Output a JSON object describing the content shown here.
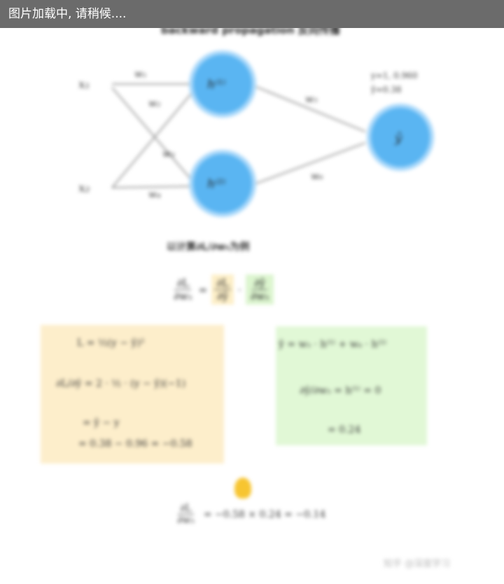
{
  "loading_text": "图片加载中, 请稍候....",
  "diagram": {
    "title": "backward propagation 反向传播",
    "inputs": [
      "x₁",
      "x₂"
    ],
    "hidden": [
      "h⁽¹⁾",
      "h⁽²⁾"
    ],
    "output": "ŷ",
    "output_note": [
      "y=1, 0.960",
      "ŷ=0.38"
    ],
    "weights": [
      "w₁",
      "w₂",
      "w₃",
      "w₄",
      "w₅",
      "w₆"
    ]
  },
  "caption": "以计算∂L/∂w₅为例",
  "chain_rule": {
    "lhs_num": "∂L",
    "lhs_den": "∂w₅",
    "eq": "=",
    "t1_num": "∂L",
    "t1_den": "∂ŷ",
    "dot": "·",
    "t2_num": "∂ŷ",
    "t2_den": "∂w₅"
  },
  "yellow_box": [
    "L = ½(y − ŷ)²",
    "∂L/∂ŷ = 2 · ½ · (y − ŷ)(−1)",
    "= ŷ − y",
    "= 0.38 − 0.96 = −0.58"
  ],
  "green_box": [
    "ŷ = w₅ · h⁽¹⁾ + w₆ · h⁽²⁾",
    "∂ŷ/∂w₅ = h⁽¹⁾ = 0",
    "= 0.24"
  ],
  "result": {
    "num": "∂L",
    "den": "∂w₅",
    "text": "= −0.58 × 0.24 = −0.14"
  },
  "watermark": "知乎 @深度学习",
  "colors": {
    "node_fill": "#5ab5f2",
    "node_ring": "#a9d8fa",
    "yellow_box": "#fdeecb",
    "green_box": "#e1f8d6",
    "loading_bar": "#6b6b6b"
  }
}
